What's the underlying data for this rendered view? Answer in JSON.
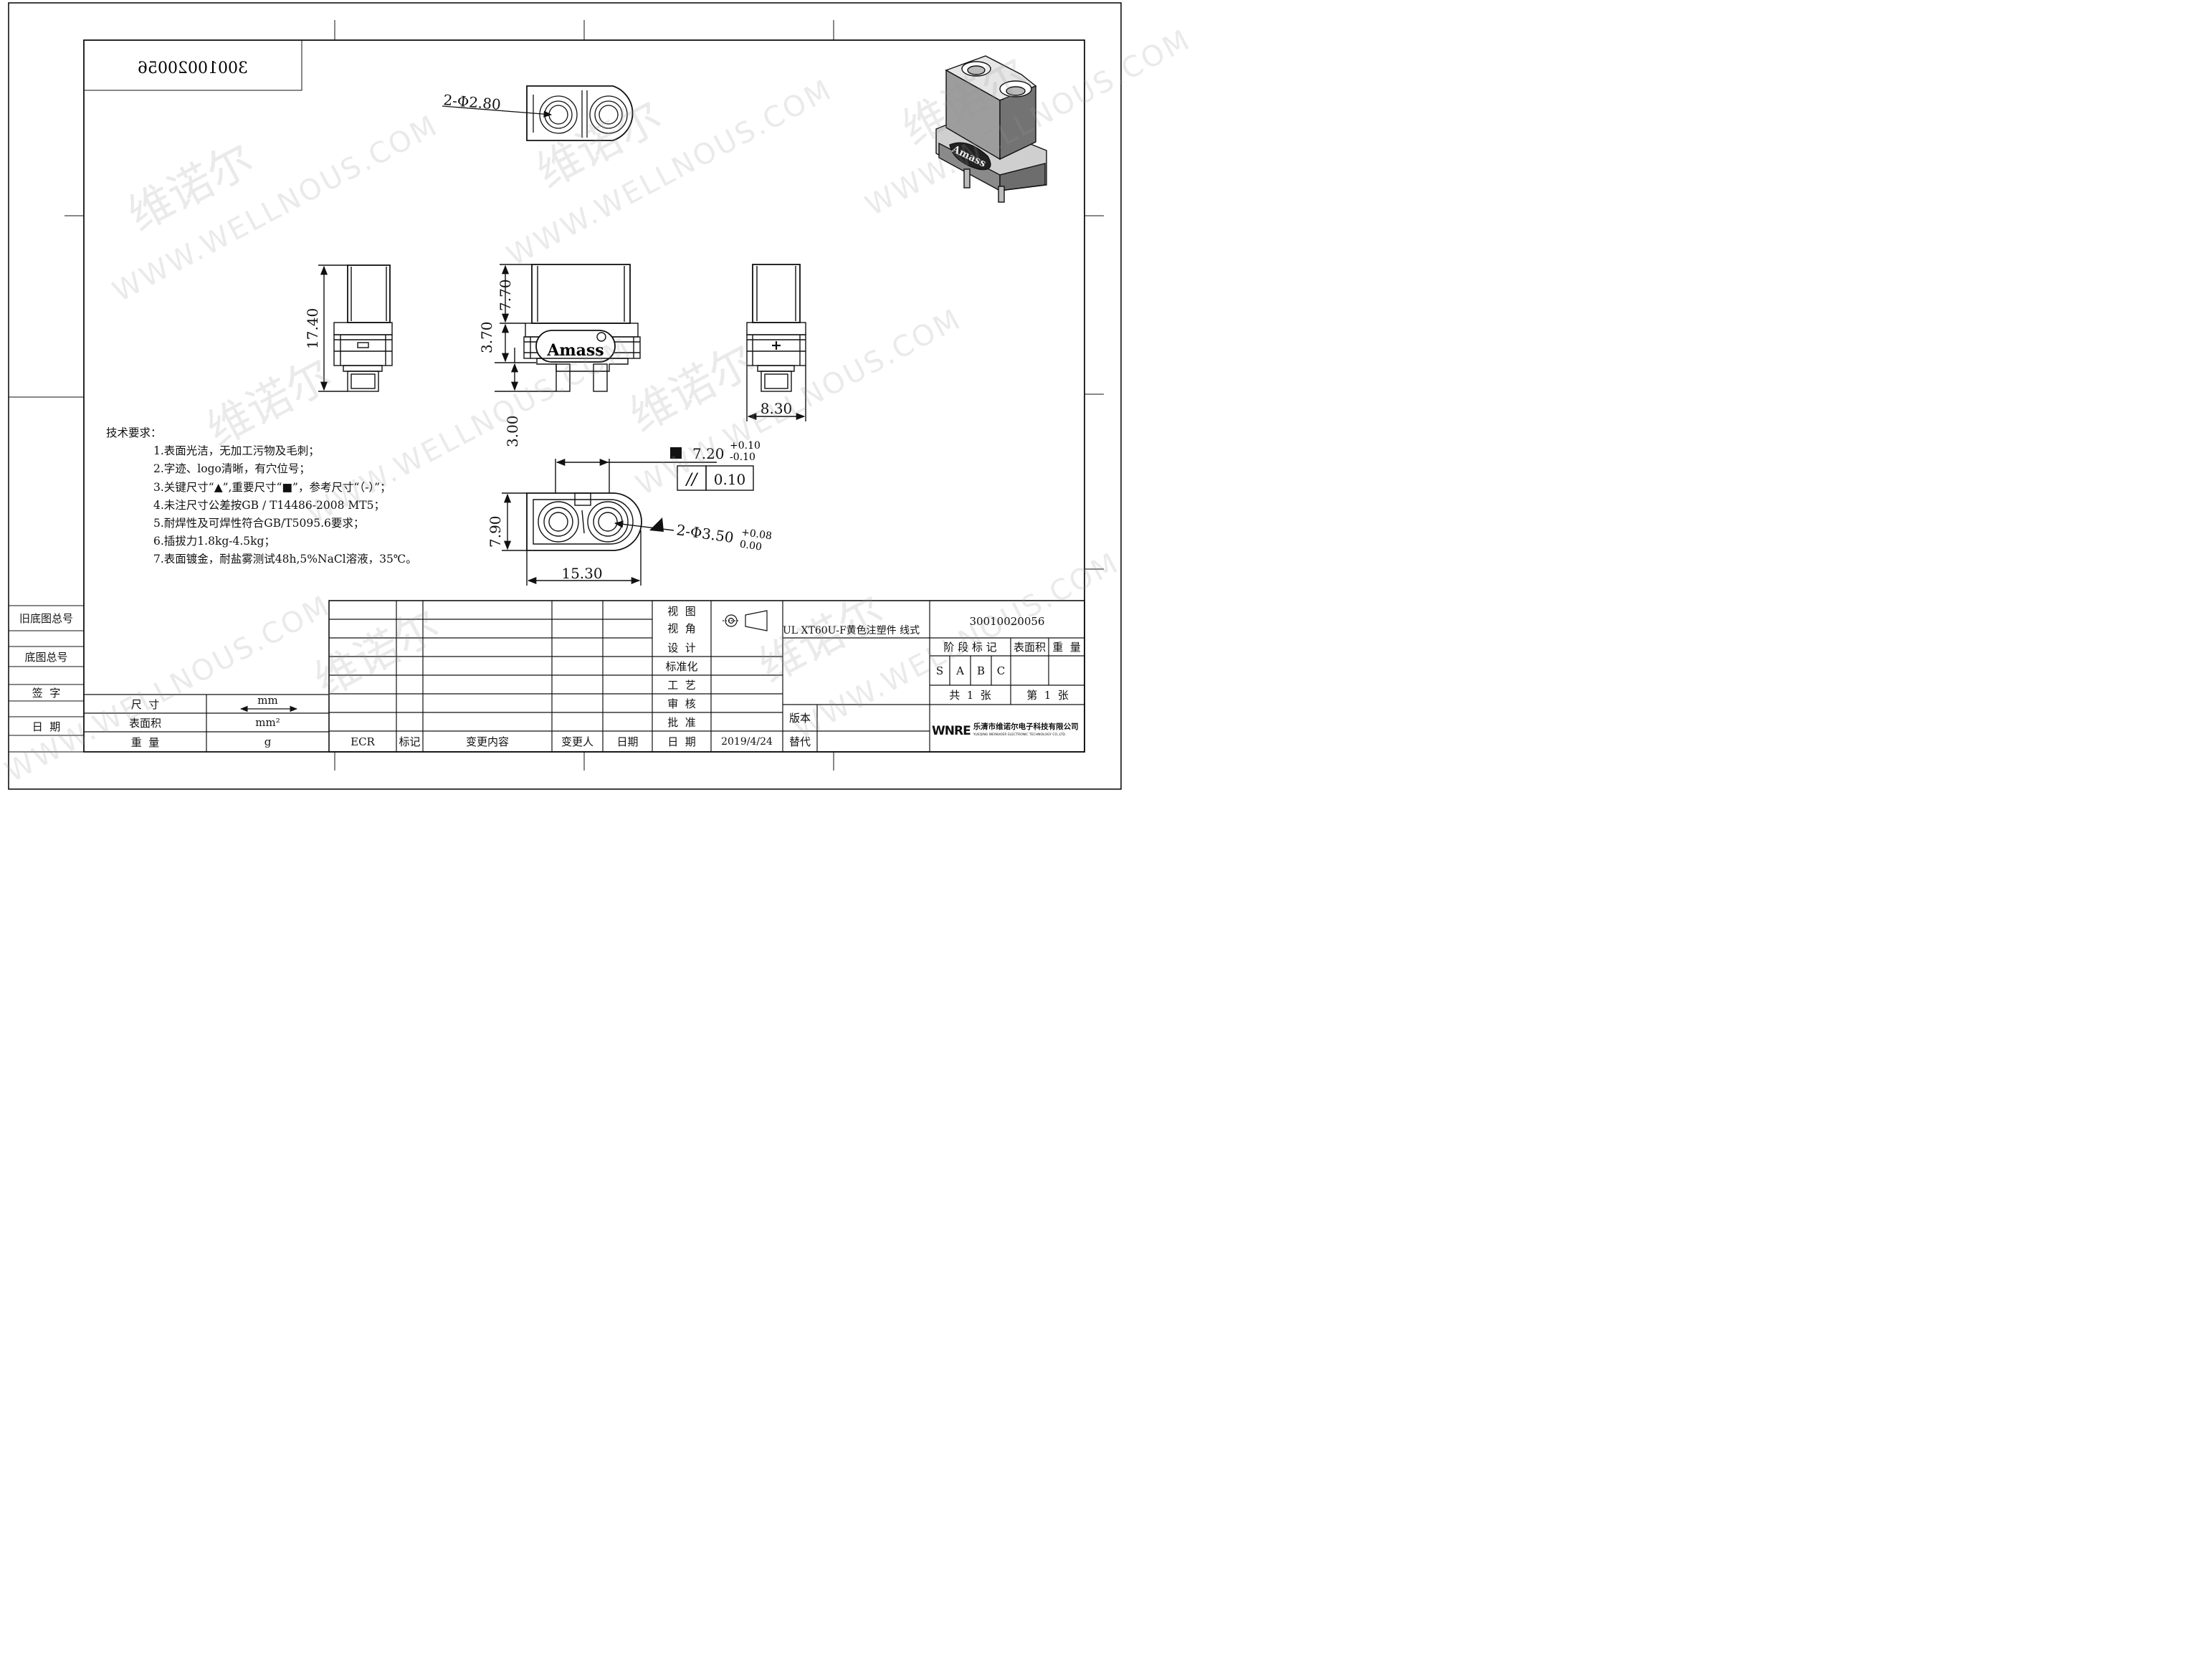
{
  "drawing_number_mirrored": "30010020056",
  "drawing_number": "30010020056",
  "title": "UL XT60U-F黄色注塑件 线式",
  "brand_on_part": "Amass",
  "watermark_cn": "维诺尔",
  "watermark_en": "WWW.WELLNOUS.COM",
  "dimensions": {
    "pin_holes": "2-Φ2.80",
    "height_total": "17.40",
    "upper": "7.70",
    "middle": "3.70",
    "pin_len": "3.00",
    "width_side": "8.30",
    "critical_width": "7.20",
    "critical_tol_upper": "+0.10",
    "critical_tol_lower": "-0.10",
    "parallel_symbol": "//",
    "parallel_value": "0.10",
    "depth": "7.90",
    "length": "15.30",
    "hole_dia": "2-Φ3.50",
    "hole_tol_upper": "+0.08",
    "hole_tol_lower": "0.00"
  },
  "notes": {
    "heading": "技术要求：",
    "items": [
      "1.表面光洁，无加工污物及毛刺；",
      "2.字迹、logo清晰，有穴位号；",
      "3.关键尺寸“▲”,重要尺寸“■”，参考尺寸“（-）”；",
      "4.未注尺寸公差按GB / T14486-2008 MT5；",
      "5.耐焊性及可焊性符合GB/T5095.6要求；",
      "6.插拔力1.8kg-4.5kg；",
      "7.表面镀金，耐盐雾测试48h,5%NaCl溶液，35℃。"
    ]
  },
  "left_strip": [
    "旧底图总号",
    "底图总号",
    "签  字",
    "日  期"
  ],
  "unit_table": [
    {
      "label": "尺  寸",
      "unit": "mm"
    },
    {
      "label": "表面积",
      "unit": "mm²"
    },
    {
      "label": "重  量",
      "unit": "g"
    }
  ],
  "revision_headers": [
    "ECR",
    "标记",
    "变更内容",
    "变更人",
    "日期"
  ],
  "sign_labels": [
    "视  图\n视  角",
    "设  计",
    "标准化",
    "工  艺",
    "审  核",
    "批  准",
    "日  期"
  ],
  "date": "2019/4/24",
  "stage_header": [
    "阶 段 标 记",
    "表面积",
    "重  量"
  ],
  "stage_marks": [
    "S",
    "A",
    "B",
    "C"
  ],
  "sheet_total": "共  1  张",
  "sheet_no": "第  1  张",
  "version_label": "版本",
  "replace_label": "替代",
  "company_logo": "WNRE",
  "company_name_cn": "乐清市维诺尔电子科技有限公司",
  "company_name_en": "YUEQING WEINUOER ELECTRONIC TECHNOLOGY CO.,LTD."
}
